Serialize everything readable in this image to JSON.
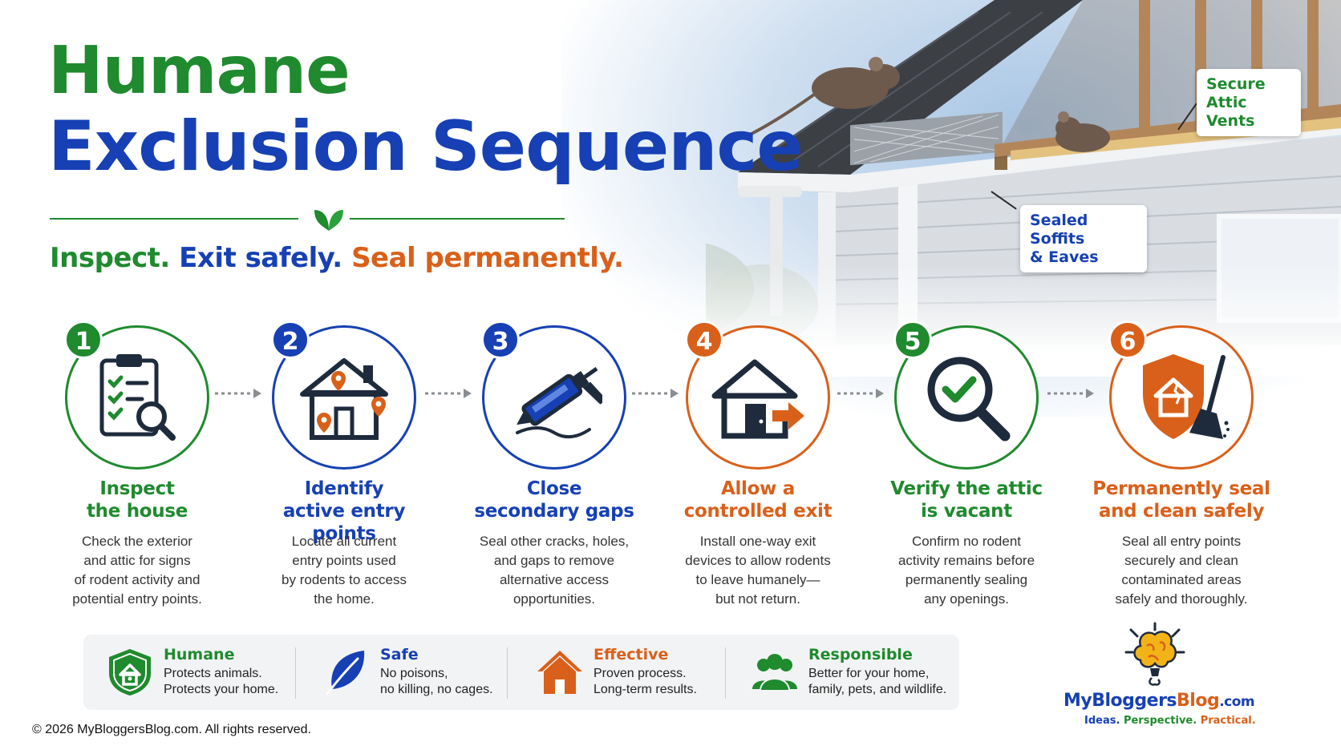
{
  "header": {
    "title_line1": "Humane",
    "title_line2": "Exclusion Sequence",
    "tagline": {
      "part1": "Inspect.",
      "part2": "Exit safely.",
      "part3": "Seal permanently."
    }
  },
  "callouts": {
    "vents": [
      "Secure",
      "Attic Vents"
    ],
    "soffits": [
      "Sealed Soffits",
      "& Eaves"
    ]
  },
  "steps": [
    {
      "number": "1",
      "title": [
        "Inspect",
        "the house"
      ],
      "description": [
        "Check the exterior",
        "and attic for signs",
        "of rodent activity and",
        "potential entry points."
      ],
      "icon": "clipboard-search-icon",
      "color": "#1f8a2e"
    },
    {
      "number": "2",
      "title": [
        "Identify",
        "active entry points"
      ],
      "description": [
        "Locate all current",
        "entry points used",
        "by rodents to access",
        "the home."
      ],
      "icon": "house-pins-icon",
      "color": "#1640b4"
    },
    {
      "number": "3",
      "title": [
        "Close",
        "secondary gaps"
      ],
      "description": [
        "Seal other cracks, holes,",
        "and gaps to remove",
        "alternative access",
        "opportunities."
      ],
      "icon": "caulk-gun-icon",
      "color": "#1640b4"
    },
    {
      "number": "4",
      "title": [
        "Allow a",
        "controlled exit"
      ],
      "description": [
        "Install one-way exit",
        "devices to allow rodents",
        "to leave humanely—",
        "but not return."
      ],
      "icon": "house-exit-icon",
      "color": "#d9601a"
    },
    {
      "number": "5",
      "title": [
        "Verify the attic",
        "is vacant"
      ],
      "description": [
        "Confirm no rodent",
        "activity remains before",
        "permanently sealing",
        "any openings."
      ],
      "icon": "magnifier-check-icon",
      "color": "#1f8a2e"
    },
    {
      "number": "6",
      "title": [
        "Permanently seal",
        "and clean safely"
      ],
      "description": [
        "Seal all entry points",
        "securely and clean",
        "contaminated areas",
        "safely and thoroughly."
      ],
      "icon": "shield-broom-icon",
      "color": "#d9601a"
    }
  ],
  "benefits": [
    {
      "title": "Humane",
      "line1": "Protects animals.",
      "line2": "Protects your home.",
      "icon": "shield-house-icon",
      "color": "#1f8a2e"
    },
    {
      "title": "Safe",
      "line1": "No poisons,",
      "line2": "no killing, no cages.",
      "icon": "leaf-icon",
      "color": "#1640b4"
    },
    {
      "title": "Effective",
      "line1": "Proven process.",
      "line2": "Long-term results.",
      "icon": "house-icon",
      "color": "#d9601a"
    },
    {
      "title": "Responsible",
      "line1": "Better for your home,",
      "line2": "family, pets, and wildlife.",
      "icon": "people-icon",
      "color": "#1f8a2e"
    }
  ],
  "brand": {
    "name_part1": "MyBloggers",
    "name_part2": "Blog",
    "name_part3": ".com",
    "tag1": "Ideas.",
    "tag2": "Perspective.",
    "tag3": "Practical."
  },
  "copyright": "© 2026 MyBloggersBlog.com. All rights reserved.",
  "colors": {
    "green": "#1f8a2e",
    "blue": "#1640b4",
    "orange": "#d9601a"
  }
}
